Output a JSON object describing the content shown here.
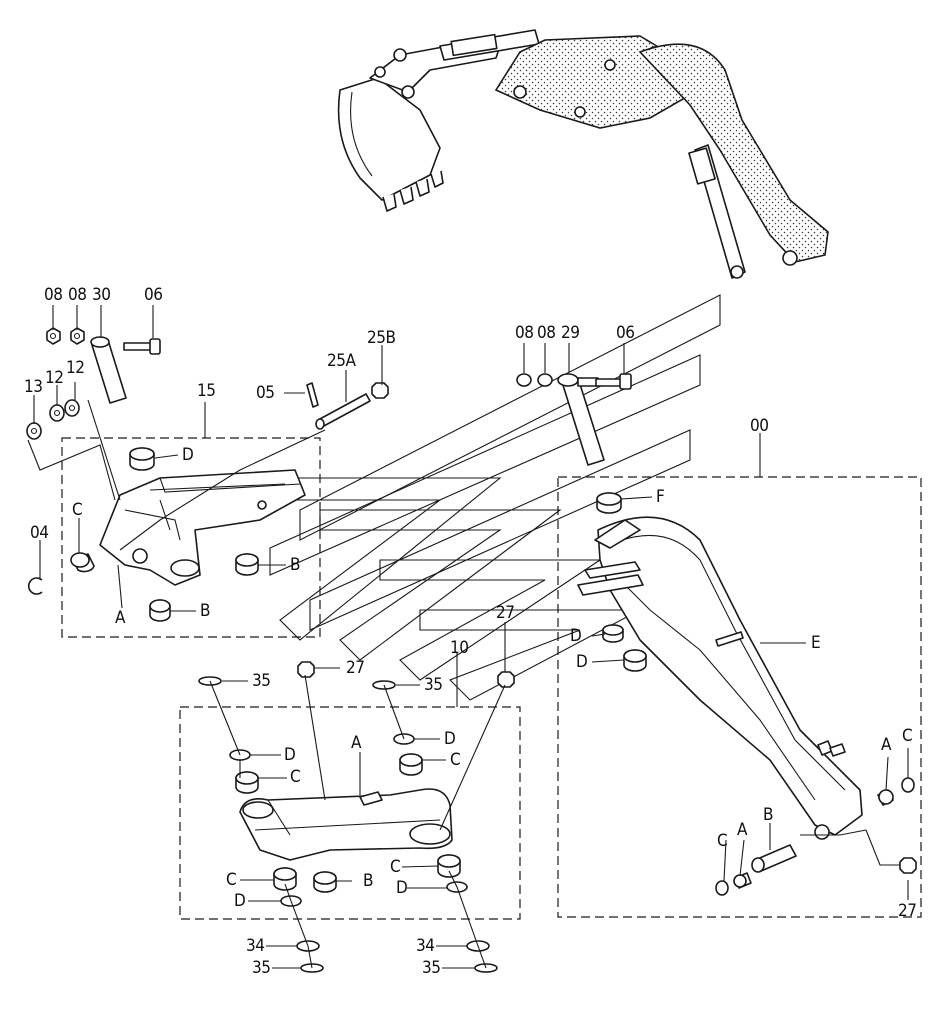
{
  "callouts": {
    "c08a": "08",
    "c08b": "08",
    "c30": "30",
    "c06a": "06",
    "c13": "13",
    "c12a": "12",
    "c12b": "12",
    "c15": "15",
    "c05": "05",
    "c25a": "25A",
    "c25b": "25B",
    "c04": "04",
    "cCa": "C",
    "cDa": "D",
    "cBa": "B",
    "cBb": "B",
    "cAa": "A",
    "c08c": "08",
    "c08d": "08",
    "c29": "29",
    "c06b": "06",
    "c00": "00",
    "cF": "F",
    "cE": "E",
    "cDb": "D",
    "cDc": "D",
    "c27a": "27",
    "c27b": "27",
    "c27c": "27",
    "c10": "10",
    "c35a": "35",
    "c35b": "35",
    "c35c": "35",
    "c35d": "35",
    "c34a": "34",
    "c34b": "34",
    "cDd": "D",
    "cCb": "C",
    "cDe": "D",
    "cCc": "C",
    "cAb": "A",
    "cCd": "C",
    "cDf": "D",
    "cBc": "B",
    "cCe": "C",
    "cDg": "D",
    "cAc": "A",
    "cCf": "C",
    "cCg": "C",
    "cAd": "A",
    "cBd": "B"
  }
}
